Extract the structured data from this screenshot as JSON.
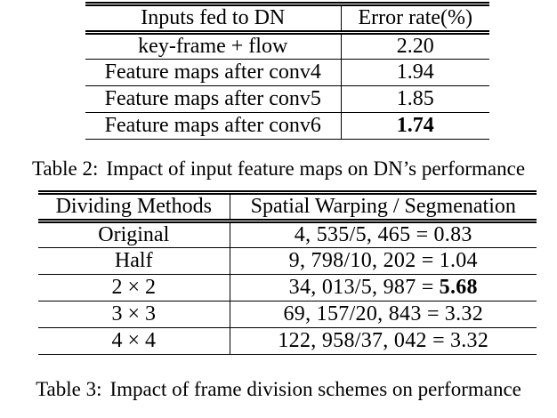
{
  "colors": {
    "background": "#ffffff",
    "text": "#000000",
    "rule": "#000000"
  },
  "tables": {
    "inputs": {
      "caption_label": "Table 2:",
      "caption_text": "Impact of input feature maps on DN’s performance",
      "columns": [
        "Inputs fed to DN",
        "Error rate(%)"
      ],
      "rows": [
        {
          "label": "key-frame + flow",
          "value": "2.20",
          "value_bold": false
        },
        {
          "label": "Feature maps after conv4",
          "value": "1.94",
          "value_bold": false
        },
        {
          "label": "Feature maps after conv5",
          "value": "1.85",
          "value_bold": false
        },
        {
          "label": "Feature maps after conv6",
          "value": "1.74",
          "value_bold": true
        }
      ]
    },
    "dividing": {
      "caption_label": "Table 3:",
      "caption_text": "Impact of frame division schemes on performance",
      "columns": [
        "Dividing Methods",
        "Spatial Warping / Segmenation"
      ],
      "rows": [
        {
          "label": "Original",
          "expr": "4, 535/5, 465 =",
          "result": "0.83",
          "result_bold": false
        },
        {
          "label": "Half",
          "expr": "9, 798/10, 202 =",
          "result": "1.04",
          "result_bold": false
        },
        {
          "label": "2 × 2",
          "expr": "34, 013/5, 987 =",
          "result": "5.68",
          "result_bold": true
        },
        {
          "label": "3 × 3",
          "expr": "69, 157/20, 843 =",
          "result": "3.32",
          "result_bold": false
        },
        {
          "label": "4 × 4",
          "expr": "122, 958/37, 042 =",
          "result": "3.32",
          "result_bold": false
        }
      ]
    }
  }
}
